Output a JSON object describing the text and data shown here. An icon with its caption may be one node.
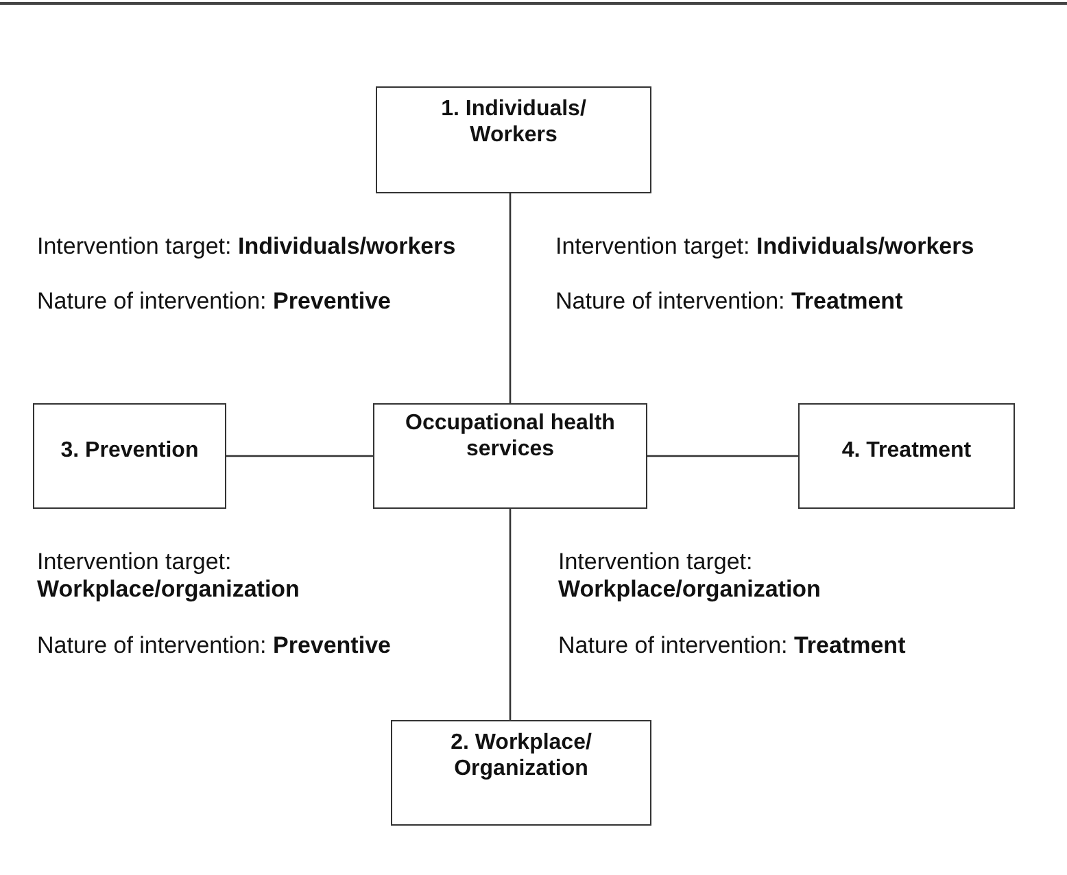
{
  "diagram": {
    "nodes": [
      {
        "text": [
          "1. Individuals/ Workers"
        ]
      },
      {
        "text": [
          "3. Prevention"
        ]
      },
      {
        "text": [
          "Occupational health services"
        ]
      },
      {
        "text": [
          "4. Treatment"
        ]
      },
      {
        "text": [
          "2. Workplace/ Organization"
        ]
      }
    ],
    "edges": [
      {
        "from": 2,
        "to": 0,
        "arrow": "none"
      },
      {
        "from": 2,
        "to": 1,
        "arrow": "none"
      },
      {
        "from": 2,
        "to": 3,
        "arrow": "none"
      },
      {
        "from": 2,
        "to": 4,
        "arrow": "none"
      }
    ],
    "labels": [
      "Intervention target: **Individuals/workers**",
      "Intervention target: **Individuals/workers**",
      "Nature of intervention: **Preventive**",
      "Nature of intervention: **Treatment**",
      "Intervention target: **Workplace/organization**",
      "Intervention target: **Workplace/organization**",
      "Nature of intervention: **Preventive**",
      "Nature of intervention: **Treatment**"
    ]
  }
}
